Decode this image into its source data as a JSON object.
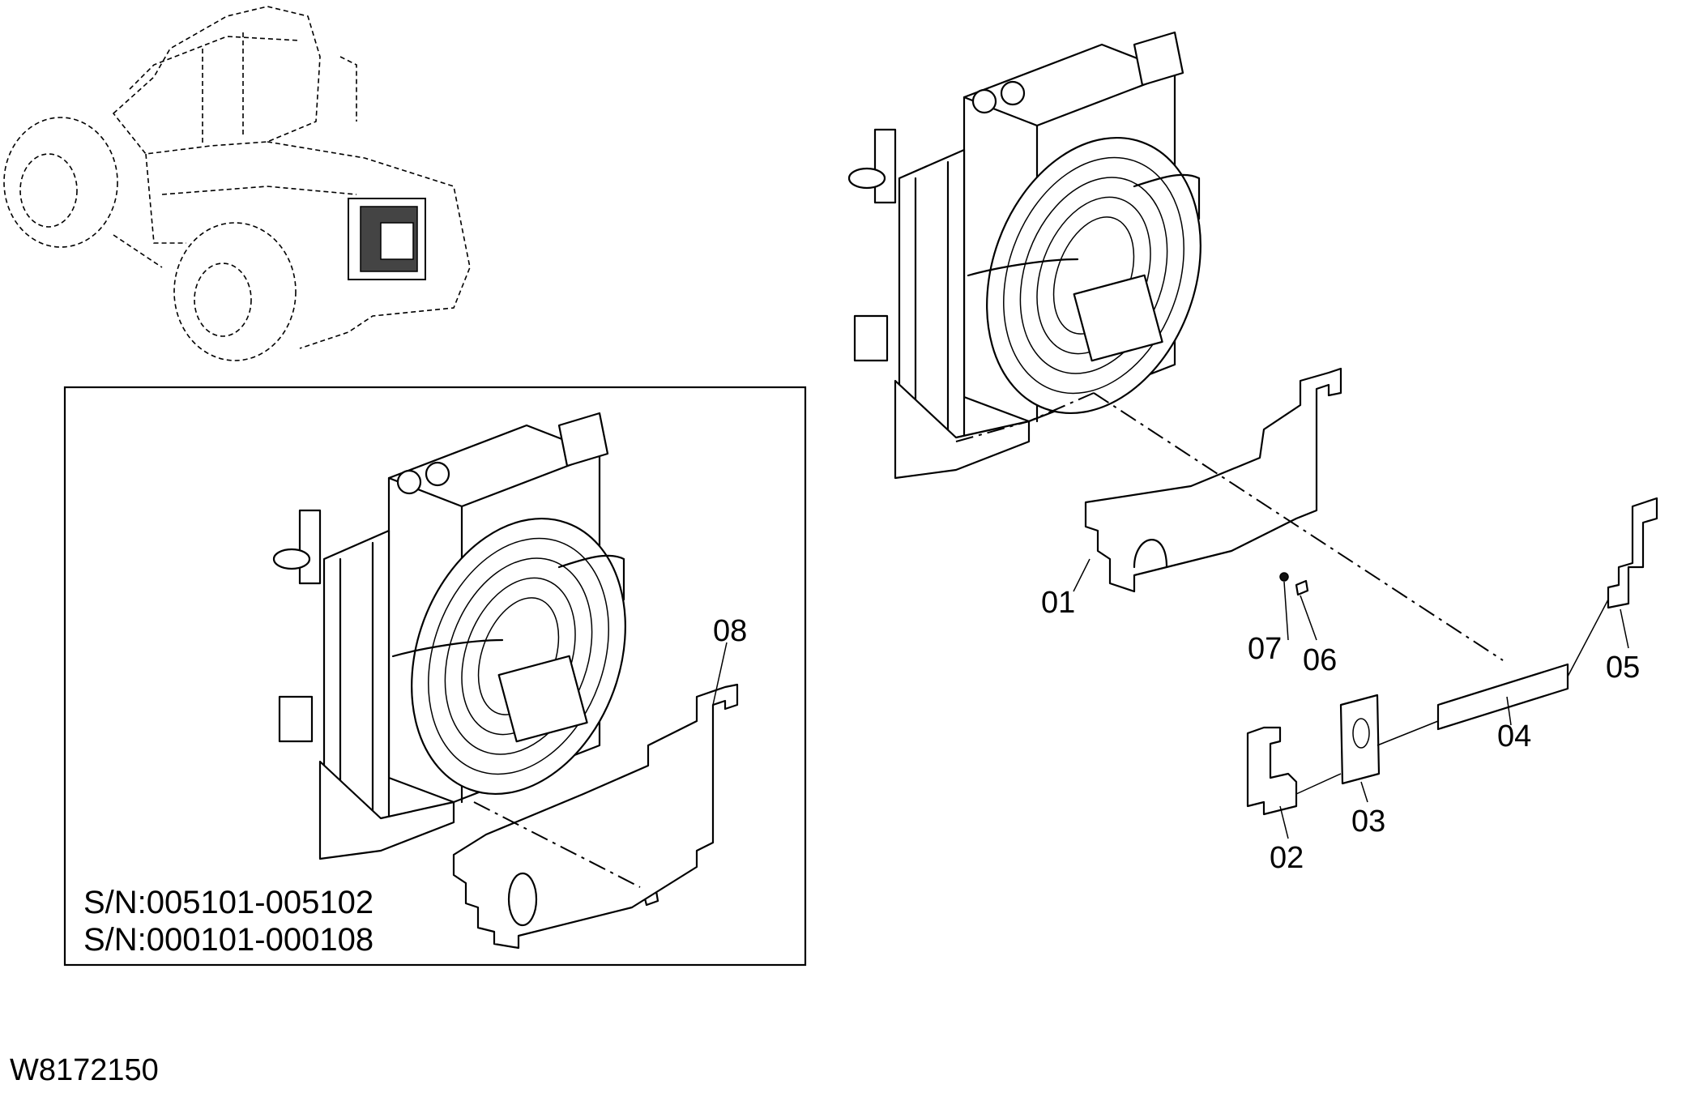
{
  "drawing_code": "W8172150",
  "inset": {
    "serial_1": "S/N:005101-005102",
    "serial_2": "S/N:000101-000108"
  },
  "callouts": [
    {
      "id": "01",
      "text": "01"
    },
    {
      "id": "02",
      "text": "02"
    },
    {
      "id": "03",
      "text": "03"
    },
    {
      "id": "04",
      "text": "04"
    },
    {
      "id": "05",
      "text": "05"
    },
    {
      "id": "06",
      "text": "06"
    },
    {
      "id": "07",
      "text": "07"
    },
    {
      "id": "08",
      "text": "08"
    }
  ]
}
